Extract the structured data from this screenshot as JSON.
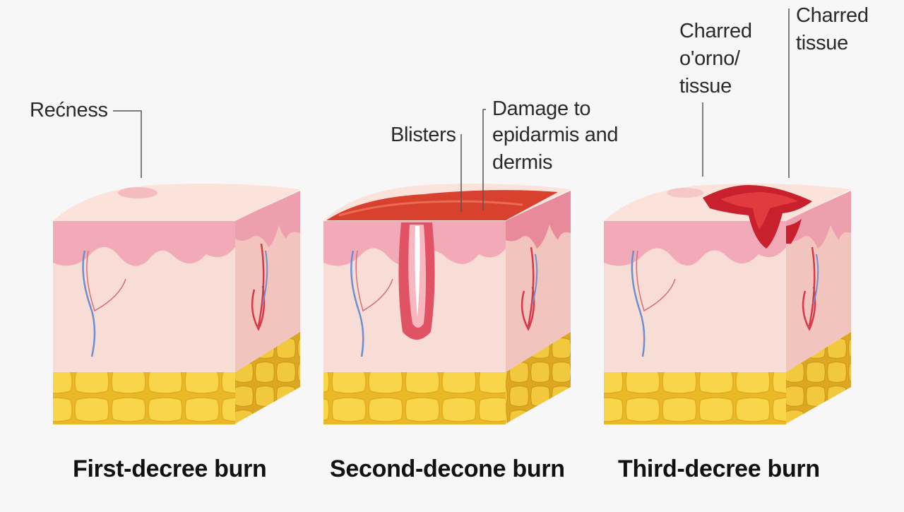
{
  "colors": {
    "background": "#f7f7f7",
    "epidermis": "#f2a9b6",
    "dermis": "#f8d9d3",
    "fat": "#f7cf3f",
    "burn_red": "#c8202c",
    "blister": "#d9412f",
    "vein_blue": "#6d8fcf",
    "vein_red": "#d8384a"
  },
  "panels": [
    {
      "caption": "First-decree burn",
      "labels": [
        "Rećness"
      ]
    },
    {
      "caption": "Second-decone burn",
      "labels": [
        "Blisters",
        "Damage to",
        "epidarmis and",
        "dermis"
      ]
    },
    {
      "caption": "Third-decree burn",
      "labels": [
        "Charred",
        "o'orno/",
        "tissue",
        "Charred",
        "tissue"
      ]
    }
  ]
}
